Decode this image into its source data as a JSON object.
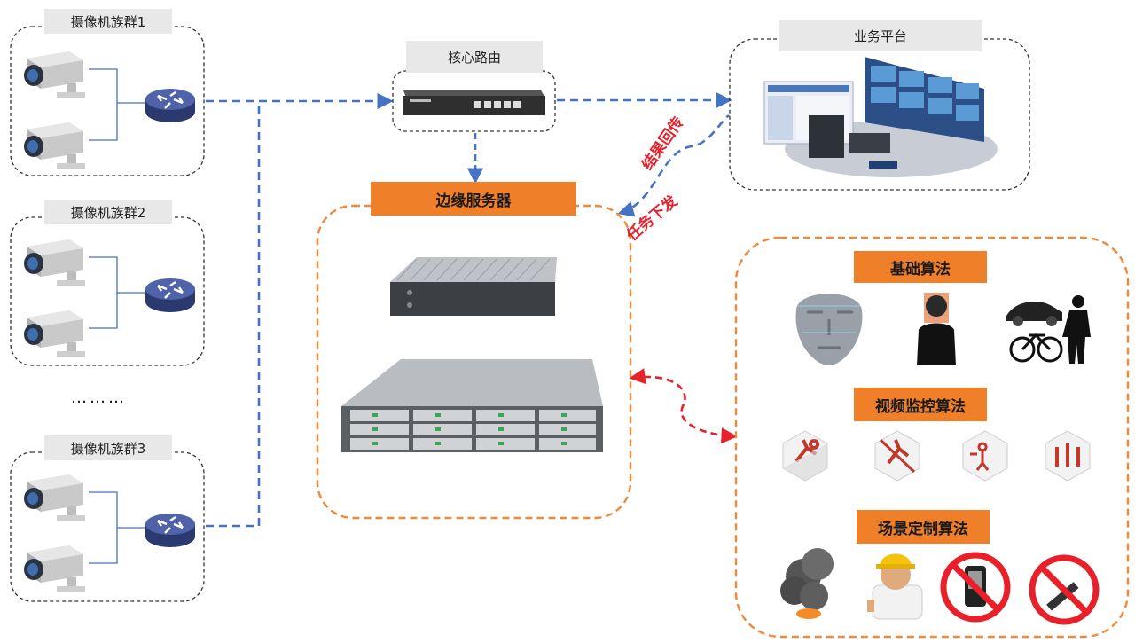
{
  "clusters": [
    {
      "label": "摄像机族群1"
    },
    {
      "label": "摄像机族群2"
    },
    {
      "label": "摄像机族群3"
    }
  ],
  "ellipsis": "………",
  "core_router": {
    "label": "核心路由"
  },
  "business_platform": {
    "label": "业务平台"
  },
  "edge_server": {
    "label": "边缘服务器"
  },
  "flows": {
    "result_return": "结果回传",
    "task_dispatch": "任务下发"
  },
  "algorithms": {
    "basic": {
      "label": "基础算法",
      "icons": [
        "face-scan-icon",
        "body-scan-icon",
        "vehicle-person-icon"
      ]
    },
    "video": {
      "label": "视频监控算法",
      "icons": [
        "running-person-icon",
        "no-running-icon",
        "falling-person-icon",
        "crowd-gathering-icon"
      ]
    },
    "scene": {
      "label": "场景定制算法",
      "icons": [
        "smoke-fire-icon",
        "helmet-worker-icon",
        "no-phone-icon",
        "no-smoking-icon"
      ]
    }
  },
  "colors": {
    "blue_link": "#4472c4",
    "orange_border": "#ef8a3a",
    "orange_label": "#f07f2a",
    "red_link": "#e8202a",
    "gray_label": "#e8e8e8",
    "router_blue": "#3b4f8c"
  }
}
